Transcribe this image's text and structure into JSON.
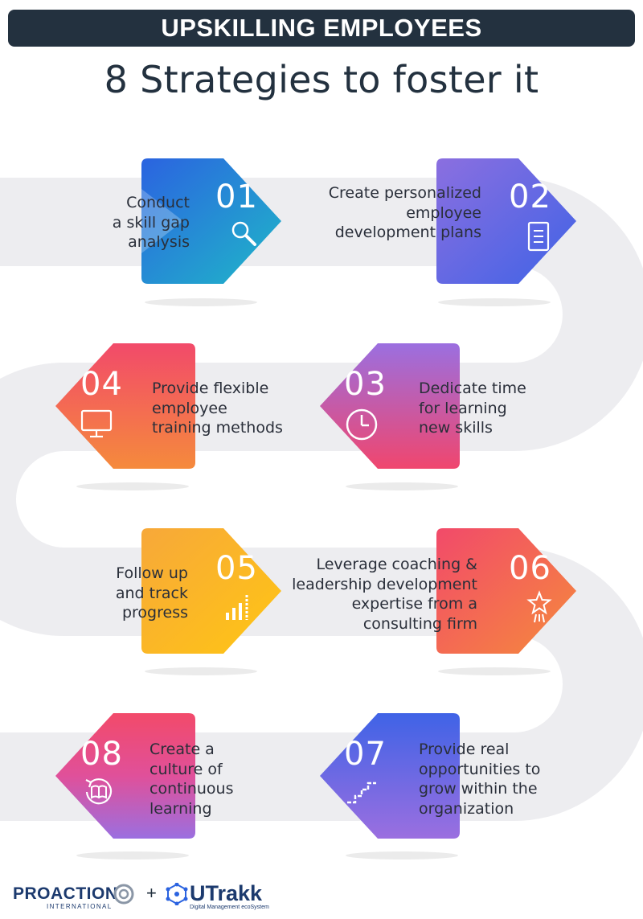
{
  "header": {
    "title": "UPSKILLING EMPLOYEES",
    "subtitle": "8 Strategies to foster it"
  },
  "steps": [
    {
      "number": "01",
      "lines": [
        "Conduct",
        "a skill gap",
        "analysis"
      ],
      "icon": "magnifier-icon"
    },
    {
      "number": "02",
      "lines": [
        "Create personalized",
        "employee",
        "development plans"
      ],
      "icon": "document-icon"
    },
    {
      "number": "03",
      "lines": [
        "Dedicate time",
        "for learning",
        "new skills"
      ],
      "icon": "clock-icon"
    },
    {
      "number": "04",
      "lines": [
        "Provide flexible",
        "employee",
        "training methods"
      ],
      "icon": "monitor-icon"
    },
    {
      "number": "05",
      "lines": [
        "Follow up",
        "and track",
        "progress"
      ],
      "icon": "bar-chart-icon"
    },
    {
      "number": "06",
      "lines": [
        "Leverage coaching &",
        "leadership development",
        "expertise from a",
        "consulting firm"
      ],
      "icon": "star-person-icon"
    },
    {
      "number": "07",
      "lines": [
        "Provide real",
        "opportunities to",
        "grow within the",
        "organization"
      ],
      "icon": "stairs-icon"
    },
    {
      "number": "08",
      "lines": [
        "Create a",
        "culture of",
        "continuous",
        "learning"
      ],
      "icon": "book-cycle-icon"
    }
  ],
  "footer": {
    "brand_one": "PROACTION",
    "brand_one_sub": "INTERNATIONAL",
    "separator": "+",
    "brand_two": "UTrakk",
    "brand_two_sub": "Digital Management ecoSystem"
  },
  "colors": {
    "header_bg": "#23313f",
    "road": "#ececef",
    "card_01": [
      "#2b63e0",
      "#1fb8c8"
    ],
    "card_02": [
      "#8b6fe0",
      "#3f63e6"
    ],
    "card_03": [
      "#9b6fe0",
      "#f0466e"
    ],
    "card_04": [
      "#f24a6a",
      "#f58a3c"
    ],
    "card_05": [
      "#f7a83a",
      "#ffc613"
    ],
    "card_06": [
      "#f24a6a",
      "#f58a3c"
    ],
    "card_07": [
      "#3f63e6",
      "#9b6fe0"
    ],
    "card_08": [
      "#f24a6a",
      "#9b6fe0"
    ]
  }
}
